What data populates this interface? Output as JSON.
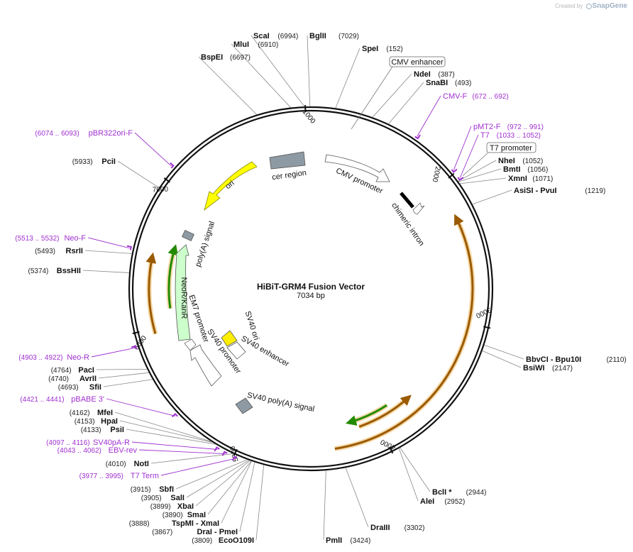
{
  "credit": {
    "created_by": "Created by",
    "brand": "SnapGene"
  },
  "plasmid": {
    "name": "HiBiT-GRM4 Fusion Vector",
    "length_label": "7034 bp",
    "length": 7034
  },
  "ticks": [
    {
      "pos": 1000,
      "label": "1000"
    },
    {
      "pos": 2000,
      "label": "2000"
    },
    {
      "pos": 3000,
      "label": "3000"
    },
    {
      "pos": 4000,
      "label": "4000"
    },
    {
      "pos": 5000,
      "label": "5000"
    },
    {
      "pos": 6000,
      "label": "6000"
    },
    {
      "pos": 7000,
      "label": "7000"
    }
  ],
  "enzymes": [
    {
      "pos": 7029,
      "name": "BglII",
      "num": "(7029)"
    },
    {
      "pos": 6994,
      "name": "ScaI",
      "num": "(6994)"
    },
    {
      "pos": 6910,
      "name": "MluI",
      "num": "(6910)"
    },
    {
      "pos": 6697,
      "name": "BspEI",
      "num": "(6697)"
    },
    {
      "pos": 152,
      "name": "SpeI",
      "num": "(152)"
    },
    {
      "pos": 387,
      "name": "NdeI",
      "num": "(387)"
    },
    {
      "pos": 493,
      "name": "SnaBI",
      "num": "(493)"
    },
    {
      "pos": 1052,
      "name": "NheI",
      "num": "(1052)"
    },
    {
      "pos": 1056,
      "name": "BmtI",
      "num": "(1056)"
    },
    {
      "pos": 1071,
      "name": "XmnI",
      "num": "(1071)"
    },
    {
      "pos": 1219,
      "name": "AsiSI  -  PvuI",
      "num": "(1219)"
    },
    {
      "pos": 2110,
      "name": "BbvCI  -  Bpu10I",
      "num": "(2110)"
    },
    {
      "pos": 2147,
      "name": "BsiWI",
      "num": "(2147)"
    },
    {
      "pos": 2944,
      "name": "BclI *",
      "num": "(2944)"
    },
    {
      "pos": 2952,
      "name": "AleI",
      "num": "(2952)"
    },
    {
      "pos": 3302,
      "name": "DraIII",
      "num": "(3302)"
    },
    {
      "pos": 3424,
      "name": "PmlI",
      "num": "(3424)"
    },
    {
      "pos": 3809,
      "name": "EcoO109I",
      "num": "(3809)"
    },
    {
      "pos": 3867,
      "name": "DraI  -  PmeI",
      "num": "(3867)"
    },
    {
      "pos": 3888,
      "name": "TspMI  -  XmaI",
      "num": "(3888)"
    },
    {
      "pos": 3890,
      "name": "SmaI",
      "num": "(3890)"
    },
    {
      "pos": 3899,
      "name": "XbaI",
      "num": "(3899)"
    },
    {
      "pos": 3905,
      "name": "SalI",
      "num": "(3905)"
    },
    {
      "pos": 3915,
      "name": "SbfI",
      "num": "(3915)"
    },
    {
      "pos": 4010,
      "name": "NotI",
      "num": "(4010)"
    },
    {
      "pos": 4133,
      "name": "PsiI",
      "num": "(4133)"
    },
    {
      "pos": 4153,
      "name": "HpaI",
      "num": "(4153)"
    },
    {
      "pos": 4162,
      "name": "MfeI",
      "num": "(4162)"
    },
    {
      "pos": 4693,
      "name": "SfiI",
      "num": "(4693)"
    },
    {
      "pos": 4740,
      "name": "AvrII",
      "num": "(4740)"
    },
    {
      "pos": 4764,
      "name": "PacI",
      "num": "(4764)"
    },
    {
      "pos": 5374,
      "name": "BssHII",
      "num": "(5374)"
    },
    {
      "pos": 5493,
      "name": "RsrII",
      "num": "(5493)"
    },
    {
      "pos": 5933,
      "name": "PciI",
      "num": "(5933)"
    }
  ],
  "primers": [
    {
      "start": 672,
      "end": 692,
      "name": "CMV-F",
      "range": "(672 .. 692)"
    },
    {
      "start": 972,
      "end": 991,
      "name": "pMT2-F",
      "range": "(972 .. 991)"
    },
    {
      "start": 1033,
      "end": 1052,
      "name": "T7",
      "range": "(1033 .. 1052)"
    },
    {
      "start": 6074,
      "end": 6093,
      "name": "pBR322ori-F",
      "range": "(6074 .. 6093)"
    },
    {
      "start": 5513,
      "end": 5532,
      "name": "Neo-F",
      "range": "(5513 .. 5532)"
    },
    {
      "start": 4903,
      "end": 4922,
      "name": "Neo-R",
      "range": "(4903 .. 4922)"
    },
    {
      "start": 4421,
      "end": 4441,
      "name": "pBABE 3'",
      "range": "(4421 .. 4441)"
    },
    {
      "start": 4097,
      "end": 4116,
      "name": "SV40pA-R",
      "range": "(4097 .. 4116)"
    },
    {
      "start": 4043,
      "end": 4062,
      "name": "EBV-rev",
      "range": "(4043 .. 4062)"
    },
    {
      "start": 3977,
      "end": 3995,
      "name": "T7 Term",
      "range": "(3977 .. 3995)"
    }
  ],
  "boxed_features": [
    {
      "name": "CMV enhancer"
    },
    {
      "name": "T7 promoter"
    }
  ],
  "features": [
    {
      "name": "cer region",
      "color": "#8e9aa3"
    },
    {
      "name": "CMV promoter",
      "color": "#ffffff"
    },
    {
      "name": "chimeric intron",
      "color": "#000000"
    },
    {
      "name": "ori",
      "color": "#ffff00"
    },
    {
      "name": "poly(A) signal",
      "color": "#8e9aa3"
    },
    {
      "name": "NeoR/KanR",
      "color": "#ccffcc"
    },
    {
      "name": "EM7 promoter",
      "color": "#ffffff"
    },
    {
      "name": "SV40 ori",
      "color": "#ffee00"
    },
    {
      "name": "SV40 enhancer",
      "color": "#ffffff"
    },
    {
      "name": "SV40 promoter",
      "color": "#ffffff"
    },
    {
      "name": "SV40 poly(A) signal",
      "color": "#8e9aa3"
    }
  ],
  "colors": {
    "orf": "#e8a33a",
    "orf_fill": "#b07800",
    "gene": "#228a00",
    "primer": "#a030d0",
    "backbone": "#111111"
  }
}
